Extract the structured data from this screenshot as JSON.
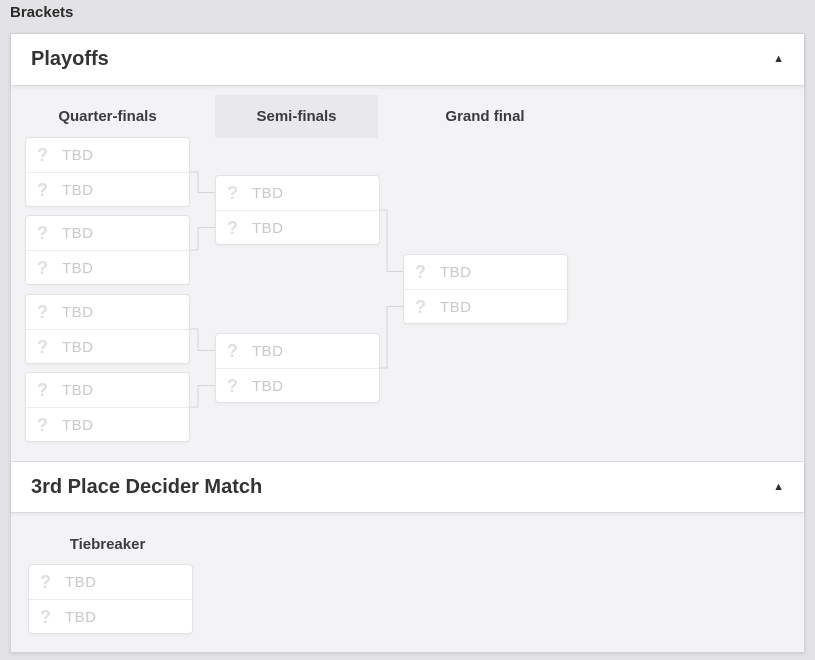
{
  "page_title": "Brackets",
  "icons": {
    "collapse": "▲",
    "unknown": "?"
  },
  "colors": {
    "page_bg": "#e3e3e6",
    "card_bg": "#f3f3f5",
    "header_bg": "#ffffff",
    "highlight_bg": "#e9e9eb",
    "match_border": "#e3e3e5",
    "connector": "#d5d5d8",
    "placeholder_text": "#c9c9cc",
    "title_text": "#333333"
  },
  "playoffs": {
    "title": "Playoffs",
    "collapsed": false,
    "round_labels": [
      "Quarter-finals",
      "Semi-finals",
      "Grand final"
    ],
    "highlighted_round": "Semi-finals",
    "quarter_finals": [
      {
        "slots": [
          {
            "name": "TBD"
          },
          {
            "name": "TBD"
          }
        ]
      },
      {
        "slots": [
          {
            "name": "TBD"
          },
          {
            "name": "TBD"
          }
        ]
      },
      {
        "slots": [
          {
            "name": "TBD"
          },
          {
            "name": "TBD"
          }
        ]
      },
      {
        "slots": [
          {
            "name": "TBD"
          },
          {
            "name": "TBD"
          }
        ]
      }
    ],
    "semi_finals": [
      {
        "slots": [
          {
            "name": "TBD"
          },
          {
            "name": "TBD"
          }
        ]
      },
      {
        "slots": [
          {
            "name": "TBD"
          },
          {
            "name": "TBD"
          }
        ]
      }
    ],
    "grand_final": [
      {
        "slots": [
          {
            "name": "TBD"
          },
          {
            "name": "TBD"
          }
        ]
      }
    ]
  },
  "third_place": {
    "title": "3rd Place Decider Match",
    "collapsed": false,
    "round_label": "Tiebreaker",
    "match": {
      "slots": [
        {
          "name": "TBD"
        },
        {
          "name": "TBD"
        }
      ]
    }
  }
}
